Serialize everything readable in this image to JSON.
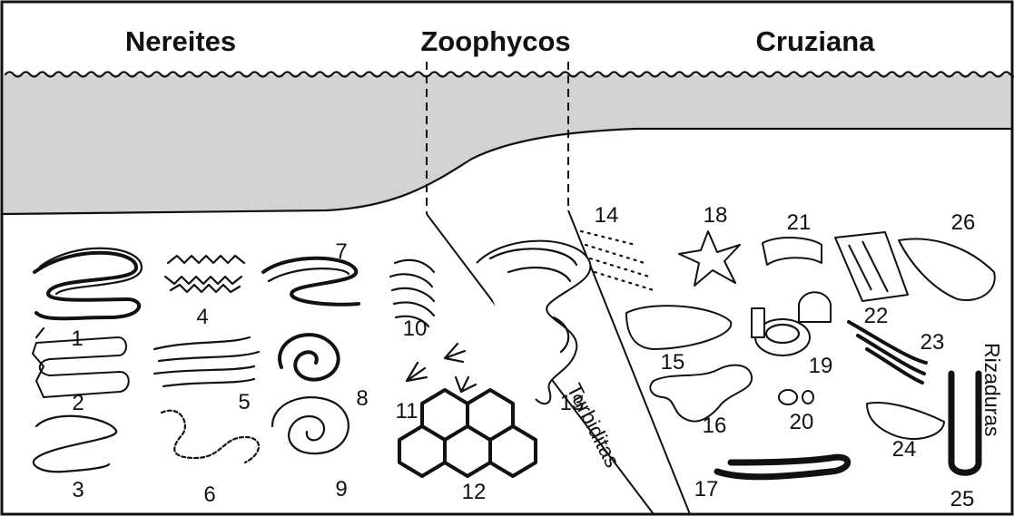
{
  "zones": {
    "nereites": "Nereites",
    "zoophycos": "Zoophycos",
    "cruziana": "Cruziana"
  },
  "side_labels": {
    "turbiditas": "Turbiditas",
    "rizaduras": "Rizaduras"
  },
  "trace_numbers": [
    "1",
    "2",
    "3",
    "4",
    "5",
    "6",
    "7",
    "8",
    "9",
    "10",
    "11",
    "12",
    "13",
    "14",
    "15",
    "16",
    "17",
    "18",
    "19",
    "20",
    "21",
    "22",
    "23",
    "24",
    "25",
    "26"
  ],
  "colors": {
    "water": "#d3d3d3",
    "ink": "#111111",
    "paper": "#ffffff"
  }
}
